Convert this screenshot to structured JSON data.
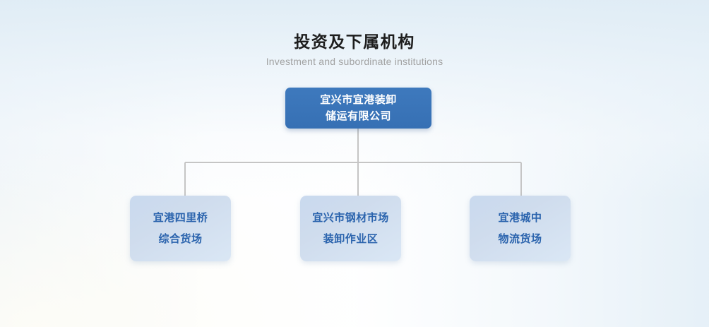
{
  "header": {
    "title": "投资及下属机构",
    "subtitle": "Investment and subordinate institutions"
  },
  "colors": {
    "root_fill": "#3670b4",
    "root_text": "#ffffff",
    "child_fill_start": "#c9d9ee",
    "child_fill_end": "#dae7f5",
    "child_text": "#2a63ad",
    "connector_line": "#c5c5c5",
    "title_text": "#1d1d1d",
    "subtitle_text": "#a2a2a2",
    "background_top": "#dfecf5",
    "background_bottom": "#ffffff"
  },
  "chart": {
    "root": {
      "line1": "宜兴市宜港装卸",
      "line2": "储运有限公司"
    },
    "children": [
      {
        "line1": "宜港四里桥",
        "line2": "综合货场"
      },
      {
        "line1": "宜兴市钢材市场",
        "line2": "装卸作业区"
      },
      {
        "line1": "宜港城中",
        "line2": "物流货场"
      }
    ]
  }
}
